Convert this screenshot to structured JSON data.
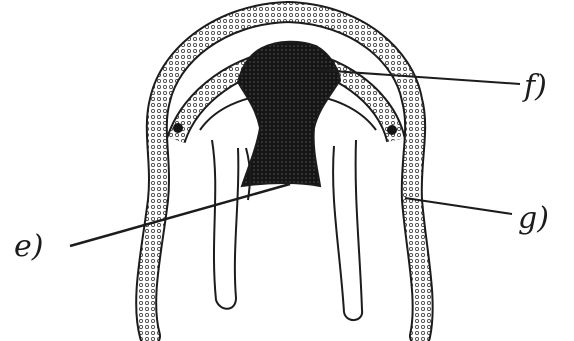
{
  "figure": {
    "labels": {
      "e": "e)",
      "f": "f)",
      "g": "g)"
    },
    "colors": {
      "ink": "#1c1c1c",
      "paper": "#ffffff",
      "cell_dot": "#4a4a4a",
      "dark_tissue": "#151515"
    }
  }
}
